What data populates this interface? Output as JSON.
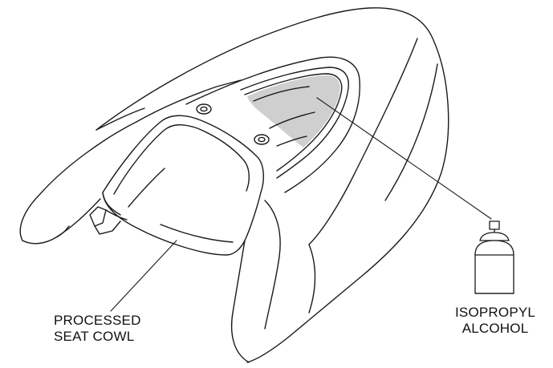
{
  "labels": {
    "cowl": {
      "line1": "PROCESSED",
      "line2": "SEAT COWL"
    },
    "alcohol": {
      "line1": "ISOPROPYL",
      "line2": "ALCOHOL"
    }
  },
  "colors": {
    "stroke": "#1a1a1a",
    "treated_area": "#cfcfcf",
    "background": "#ffffff"
  }
}
